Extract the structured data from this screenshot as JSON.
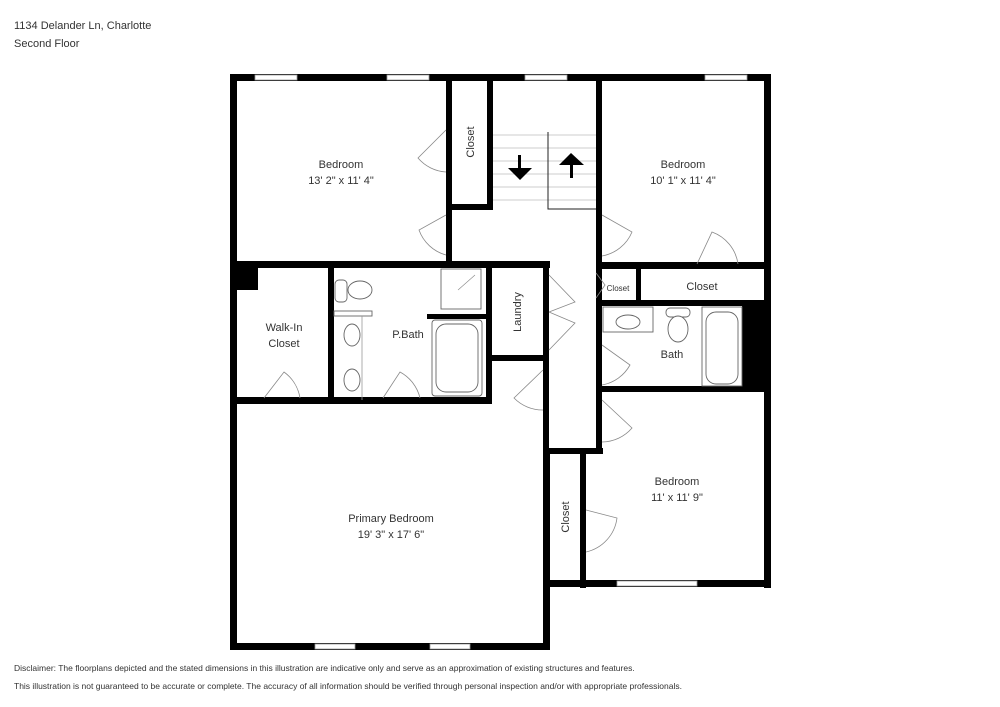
{
  "header": {
    "address": "1134 Delander Ln, Charlotte",
    "floor": "Second Floor"
  },
  "rooms": {
    "bedroom_nw": {
      "name": "Bedroom",
      "dims": "13' 2\" x 11' 4\""
    },
    "bedroom_ne": {
      "name": "Bedroom",
      "dims": "10' 1\" x 11' 4\""
    },
    "bedroom_se": {
      "name": "Bedroom",
      "dims": "11' x 11' 9\""
    },
    "primary_bedroom": {
      "name": "Primary Bedroom",
      "dims": "19' 3\" x 17' 6\""
    },
    "walk_in_closet": {
      "line1": "Walk-In",
      "line2": "Closet"
    },
    "p_bath": {
      "name": "P.Bath"
    },
    "laundry": {
      "name": "Laundry"
    },
    "bath": {
      "name": "Bath"
    },
    "closet_top": {
      "name": "Closet"
    },
    "closet_small": {
      "name": "Closet"
    },
    "closet_ne": {
      "name": "Closet"
    },
    "closet_se": {
      "name": "Closet"
    }
  },
  "icons": {
    "stairs_down": "arrow-down",
    "stairs_up": "arrow-up"
  },
  "disclaimer": {
    "line1": "Disclaimer: The floorplans depicted and the stated dimensions in this illustration are indicative only and serve as an approximation of existing structures and features.",
    "line2": "This illustration is not guaranteed to be accurate or complete. The accuracy of all information should be verified through personal inspection and/or with appropriate professionals."
  }
}
